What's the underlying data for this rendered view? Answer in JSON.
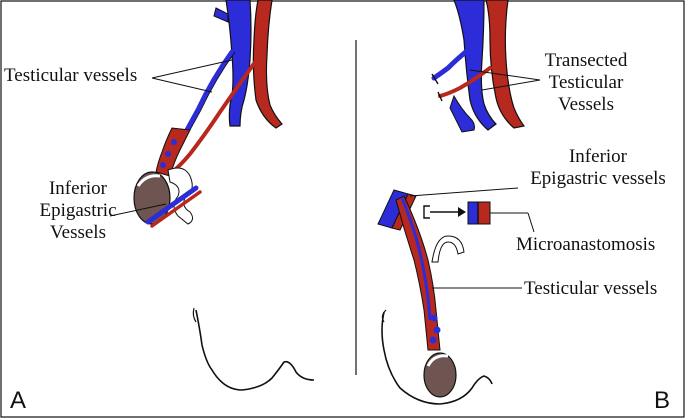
{
  "colors": {
    "vein": "#2c2cd8",
    "artery": "#b7281e",
    "testis": "#6e5552",
    "outline": "#111111"
  },
  "panel_a": {
    "letter": "A",
    "labels": {
      "testicular_vessels": "Testicular vessels",
      "inferior_epigastric": [
        "Inferior",
        "Epigastric",
        "Vessels"
      ]
    }
  },
  "panel_b": {
    "letter": "B",
    "labels": {
      "transected": [
        "Transected",
        "Testicular",
        "Vessels"
      ],
      "inferior_epigastric": [
        "Inferior",
        "Epigastric vessels"
      ],
      "microanastomosis": "Microanastomosis",
      "testicular_vessels": "Testicular vessels"
    }
  }
}
